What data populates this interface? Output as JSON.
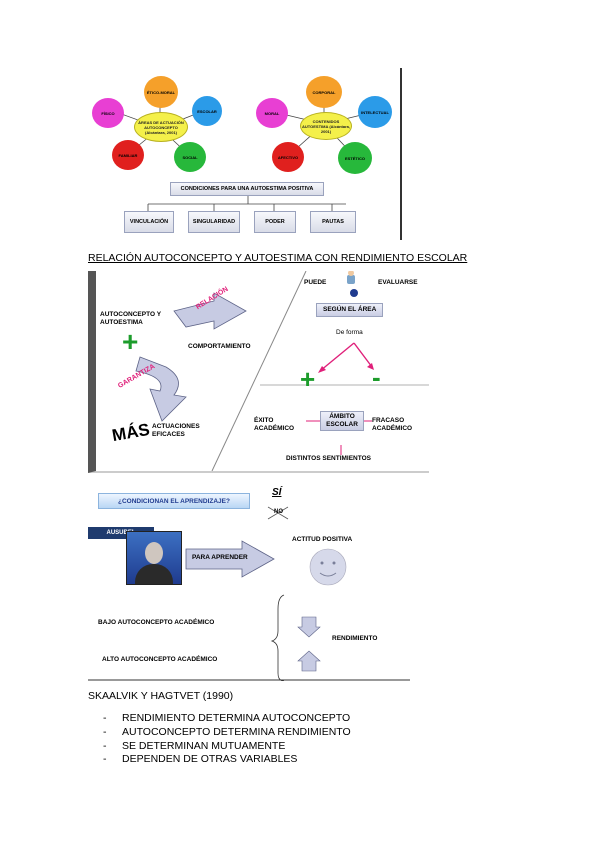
{
  "figure1": {
    "left_map": {
      "center": "ÁREAS DE ACTUACIÓN AUTOCONCEPTO (Alcántara, 2001)",
      "top": "ÉTICO-MORAL",
      "left": "FÍSICO",
      "right": "ESCOLAR",
      "bottom_left": "FAMILIAR",
      "bottom_right": "SOCIAL"
    },
    "right_map": {
      "center": "CONTENIDOS AUTOESTIMA (Alcántara, 2001)",
      "top": "CORPORAL",
      "left": "MORAL",
      "right": "INTELECTUAL",
      "bottom_left": "AFECTIVO",
      "bottom_right": "ESTÉTICO"
    },
    "conditions_title": "CONDICIONES PARA UNA AUTOESTIMA POSITIVA",
    "conditions": [
      "VINCULACIÓN",
      "SINGULARIDAD",
      "PODER",
      "PAUTAS"
    ],
    "colors": {
      "orange": "#f5a02a",
      "magenta": "#e83fd3",
      "blue": "#2b9be8",
      "red": "#e0201e",
      "green": "#27b83b",
      "yellow": "#f4f04a"
    }
  },
  "section_title": "RELACIÓN AUTOCONCEPTO Y AUTOESTIMA CON RENDIMIENTO ESCOLAR",
  "figure2": {
    "autoconcepto": "AUTOCONCEPTO Y AUTOESTIMA",
    "relacion": "RELACIÓN",
    "plus": "+",
    "comportamiento": "COMPORTAMIENTO",
    "garantiza": "GARANTIZA",
    "mas": "MÁS",
    "actuaciones": "ACTUACIONES EFICACES",
    "puede": "PUEDE",
    "evaluarse": "EVALUARSE",
    "segun_area": "SEGÚN EL ÁREA",
    "de_forma": "De forma",
    "plus2": "+",
    "minus": "-",
    "exito": "ÉXITO ACADÉMICO",
    "ambito": "ÁMBITO ESCOLAR",
    "fracaso": "FRACASO ACADÉMICO",
    "sentimientos": "DISTINTOS SENTIMIENTOS"
  },
  "figure3": {
    "question": "¿CONDICIONAN EL APRENDIZAJE?",
    "si": "SÍ",
    "no": "NO",
    "ausubel": "AUSUBEL",
    "para_aprender": "PARA APRENDER",
    "actitud": "ACTITUD POSITIVA",
    "bajo": "BAJO AUTOCONCEPTO ACADÉMICO",
    "alto": "ALTO AUTOCONCEPTO ACADÉMICO",
    "rendimiento": "RENDIMIENTO"
  },
  "reference": "SKAALVIK Y HAGTVET (1990)",
  "list": [
    "RENDIMIENTO DETERMINA AUTOCONCEPTO",
    "AUTOCONCEPTO DETERMINA RENDIMIENTO",
    "SE DETERMINAN MUTUAMENTE",
    "DEPENDEN DE OTRAS VARIABLES"
  ]
}
